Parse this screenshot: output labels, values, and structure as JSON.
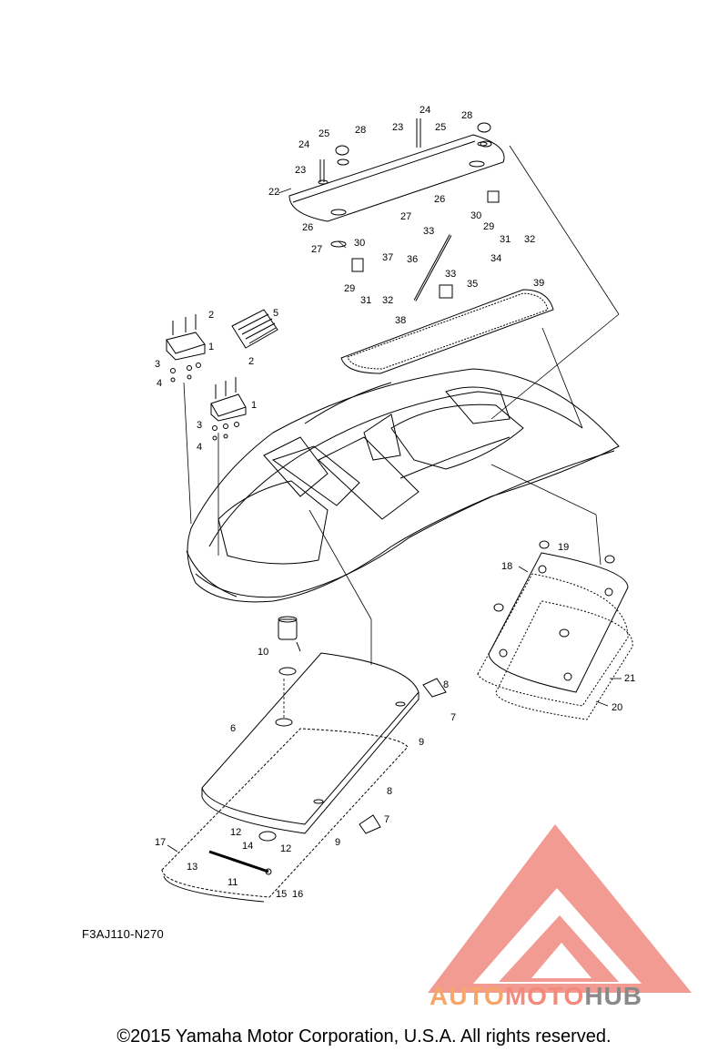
{
  "callouts": [
    {
      "id": "c1a",
      "text": "1"
    },
    {
      "id": "c1b",
      "text": "1"
    },
    {
      "id": "c2a",
      "text": "2"
    },
    {
      "id": "c2b",
      "text": "2"
    },
    {
      "id": "c3a",
      "text": "3"
    },
    {
      "id": "c3b",
      "text": "3"
    },
    {
      "id": "c4a",
      "text": "4"
    },
    {
      "id": "c4b",
      "text": "4"
    },
    {
      "id": "c5",
      "text": "5"
    },
    {
      "id": "c6",
      "text": "6"
    },
    {
      "id": "c7a",
      "text": "7"
    },
    {
      "id": "c7b",
      "text": "7"
    },
    {
      "id": "c8a",
      "text": "8"
    },
    {
      "id": "c8b",
      "text": "8"
    },
    {
      "id": "c9a",
      "text": "9"
    },
    {
      "id": "c9b",
      "text": "9"
    },
    {
      "id": "c10",
      "text": "10"
    },
    {
      "id": "c11",
      "text": "11"
    },
    {
      "id": "c12a",
      "text": "12"
    },
    {
      "id": "c12b",
      "text": "12"
    },
    {
      "id": "c13",
      "text": "13"
    },
    {
      "id": "c14",
      "text": "14"
    },
    {
      "id": "c15",
      "text": "15"
    },
    {
      "id": "c16",
      "text": "16"
    },
    {
      "id": "c17",
      "text": "17"
    },
    {
      "id": "c18",
      "text": "18"
    },
    {
      "id": "c19",
      "text": "19"
    },
    {
      "id": "c20",
      "text": "20"
    },
    {
      "id": "c21",
      "text": "21"
    },
    {
      "id": "c22",
      "text": "22"
    },
    {
      "id": "c23a",
      "text": "23"
    },
    {
      "id": "c23b",
      "text": "23"
    },
    {
      "id": "c24a",
      "text": "24"
    },
    {
      "id": "c24b",
      "text": "24"
    },
    {
      "id": "c25a",
      "text": "25"
    },
    {
      "id": "c25b",
      "text": "25"
    },
    {
      "id": "c26a",
      "text": "26"
    },
    {
      "id": "c26b",
      "text": "26"
    },
    {
      "id": "c27a",
      "text": "27"
    },
    {
      "id": "c27b",
      "text": "27"
    },
    {
      "id": "c28a",
      "text": "28"
    },
    {
      "id": "c28b",
      "text": "28"
    },
    {
      "id": "c29a",
      "text": "29"
    },
    {
      "id": "c29b",
      "text": "29"
    },
    {
      "id": "c30a",
      "text": "30"
    },
    {
      "id": "c30b",
      "text": "30"
    },
    {
      "id": "c31a",
      "text": "31"
    },
    {
      "id": "c31b",
      "text": "31"
    },
    {
      "id": "c32a",
      "text": "32"
    },
    {
      "id": "c32b",
      "text": "32"
    },
    {
      "id": "c33a",
      "text": "33"
    },
    {
      "id": "c33b",
      "text": "33"
    },
    {
      "id": "c34",
      "text": "34"
    },
    {
      "id": "c35",
      "text": "35"
    },
    {
      "id": "c36",
      "text": "36"
    },
    {
      "id": "c37",
      "text": "37"
    },
    {
      "id": "c38",
      "text": "38"
    },
    {
      "id": "c39",
      "text": "39"
    }
  ],
  "diagram_code": "F3AJ110-N270",
  "copyright": "©2015 Yamaha Motor Corporation, U.S.A. All rights reserved.",
  "watermark": {
    "part1": "AUTO",
    "part2": "MOTO",
    "part3": "HUB",
    "colors": {
      "auto": "#f7a66a",
      "moto": "#f38a7b",
      "hub": "#8a8a8a",
      "triangle": "#f08a80"
    }
  }
}
